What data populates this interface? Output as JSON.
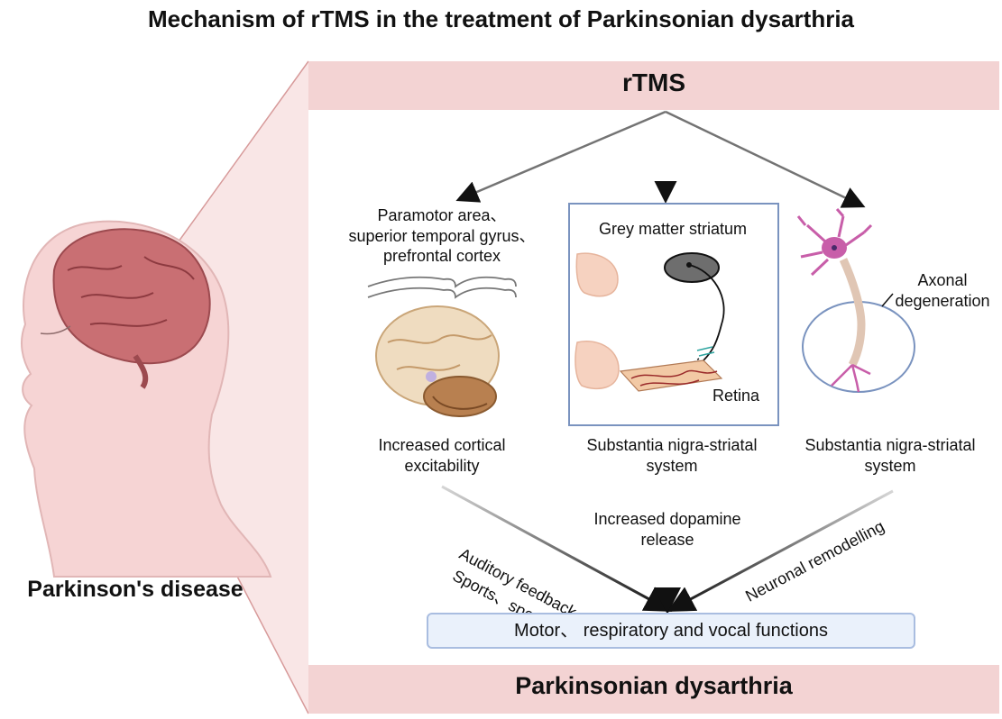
{
  "title": "Mechanism of rTMS in the treatment of Parkinsonian dysarthria",
  "top_band": "rTMS",
  "bottom_band": "Parkinsonian dysarthria",
  "left_label": "Parkinson's  disease",
  "branches": {
    "left": {
      "areas": [
        "Paramotor area、",
        "superior temporal gyrus、",
        "prefrontal cortex"
      ],
      "effect": [
        "Increased cortical",
        "excitability"
      ]
    },
    "middle": {
      "box_title": "Grey matter striatum",
      "retina": "Retina",
      "effect": [
        "Substantia nigra-striatal",
        "system"
      ]
    },
    "right": {
      "axonal": [
        "Axonal",
        "degeneration"
      ],
      "effect": [
        "Substantia nigra-striatal",
        "system"
      ]
    }
  },
  "pathways": {
    "left_line1": "Auditory feedback",
    "left_line2": "Sports、speech",
    "middle": [
      "Increased dopamine",
      "release"
    ],
    "right": "Neuronal remodelling"
  },
  "functions_box": "Motor、 respiratory and vocal functions"
}
